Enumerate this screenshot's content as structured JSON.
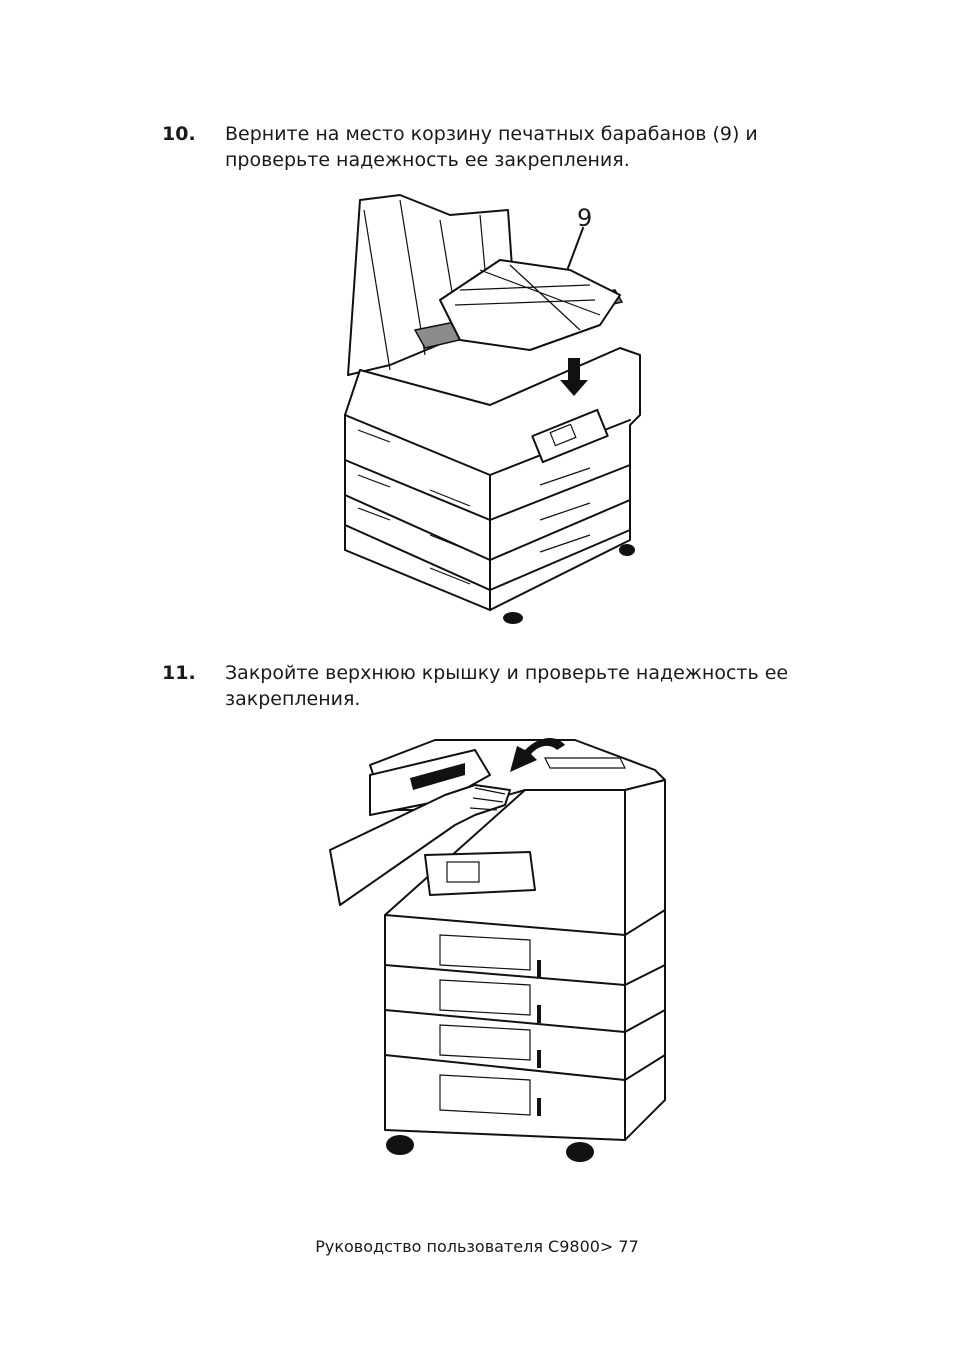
{
  "steps": [
    {
      "number": "10.",
      "text": "Верните на место корзину печатных барабанов (9) и проверьте надежность ее закрепления."
    },
    {
      "number": "11.",
      "text": "Закройте верхнюю крышку и проверьте надежность ее закрепления."
    }
  ],
  "figure_1": {
    "callout": "9"
  },
  "footer": {
    "text": "Руководство пользователя C9800> 77"
  }
}
